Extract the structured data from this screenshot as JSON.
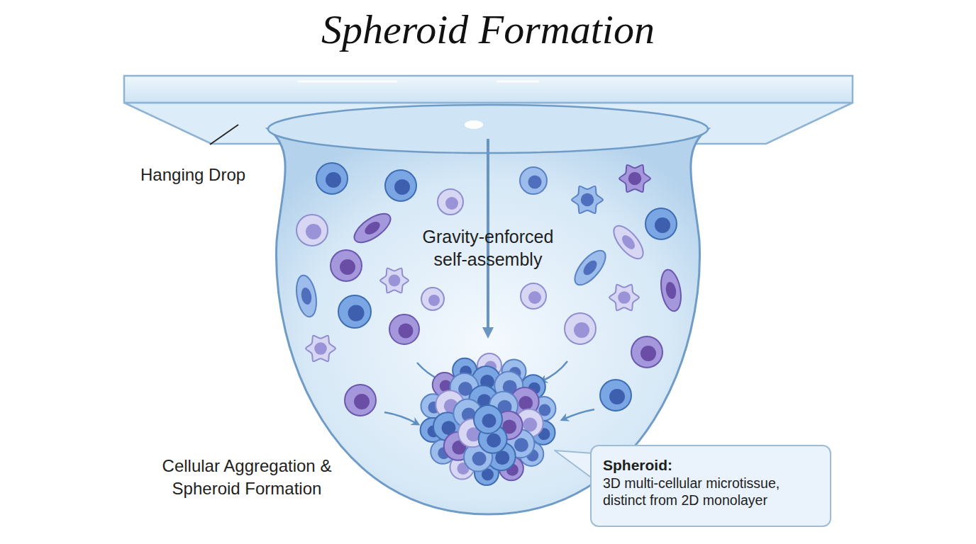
{
  "diagram": {
    "title": "Spheroid Formation",
    "nodes": [
      {
        "text": [
          "Spheroid:",
          "3D multi-cellular microtissue, distinct from 2D monolayer"
        ]
      }
    ],
    "labels": [
      "Hanging Drop",
      "Gravity-enforced self-assembly",
      "Cellular Aggregation & Spheroid Formation"
    ]
  }
}
